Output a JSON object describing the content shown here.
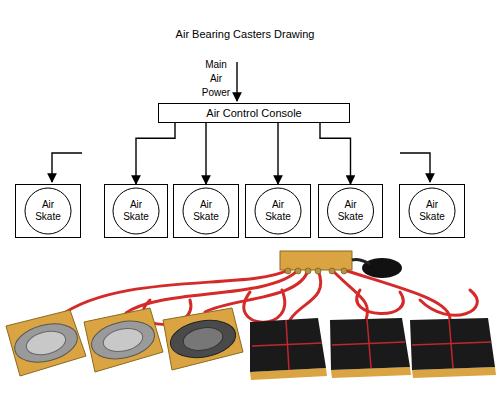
{
  "diagram": {
    "title": "Air Bearing Casters Drawing",
    "nodes": [
      {
        "text": [
          "Air Control Console"
        ]
      },
      {
        "text": [
          "Air Skate"
        ]
      },
      {
        "text": [
          "Air Skate"
        ]
      },
      {
        "text": [
          "Air Skate"
        ]
      },
      {
        "text": [
          "Air Skate"
        ]
      },
      {
        "text": [
          "Air Skate"
        ]
      },
      {
        "text": [
          "Air Skate"
        ]
      }
    ],
    "edges": [
      {
        "from": 0,
        "to": 2,
        "arrow": "to"
      },
      {
        "from": 0,
        "to": 3,
        "arrow": "to"
      },
      {
        "from": 0,
        "to": 4,
        "arrow": "to"
      },
      {
        "from": 0,
        "to": 5,
        "arrow": "to"
      }
    ],
    "labels": [
      "Main Air Power"
    ]
  }
}
